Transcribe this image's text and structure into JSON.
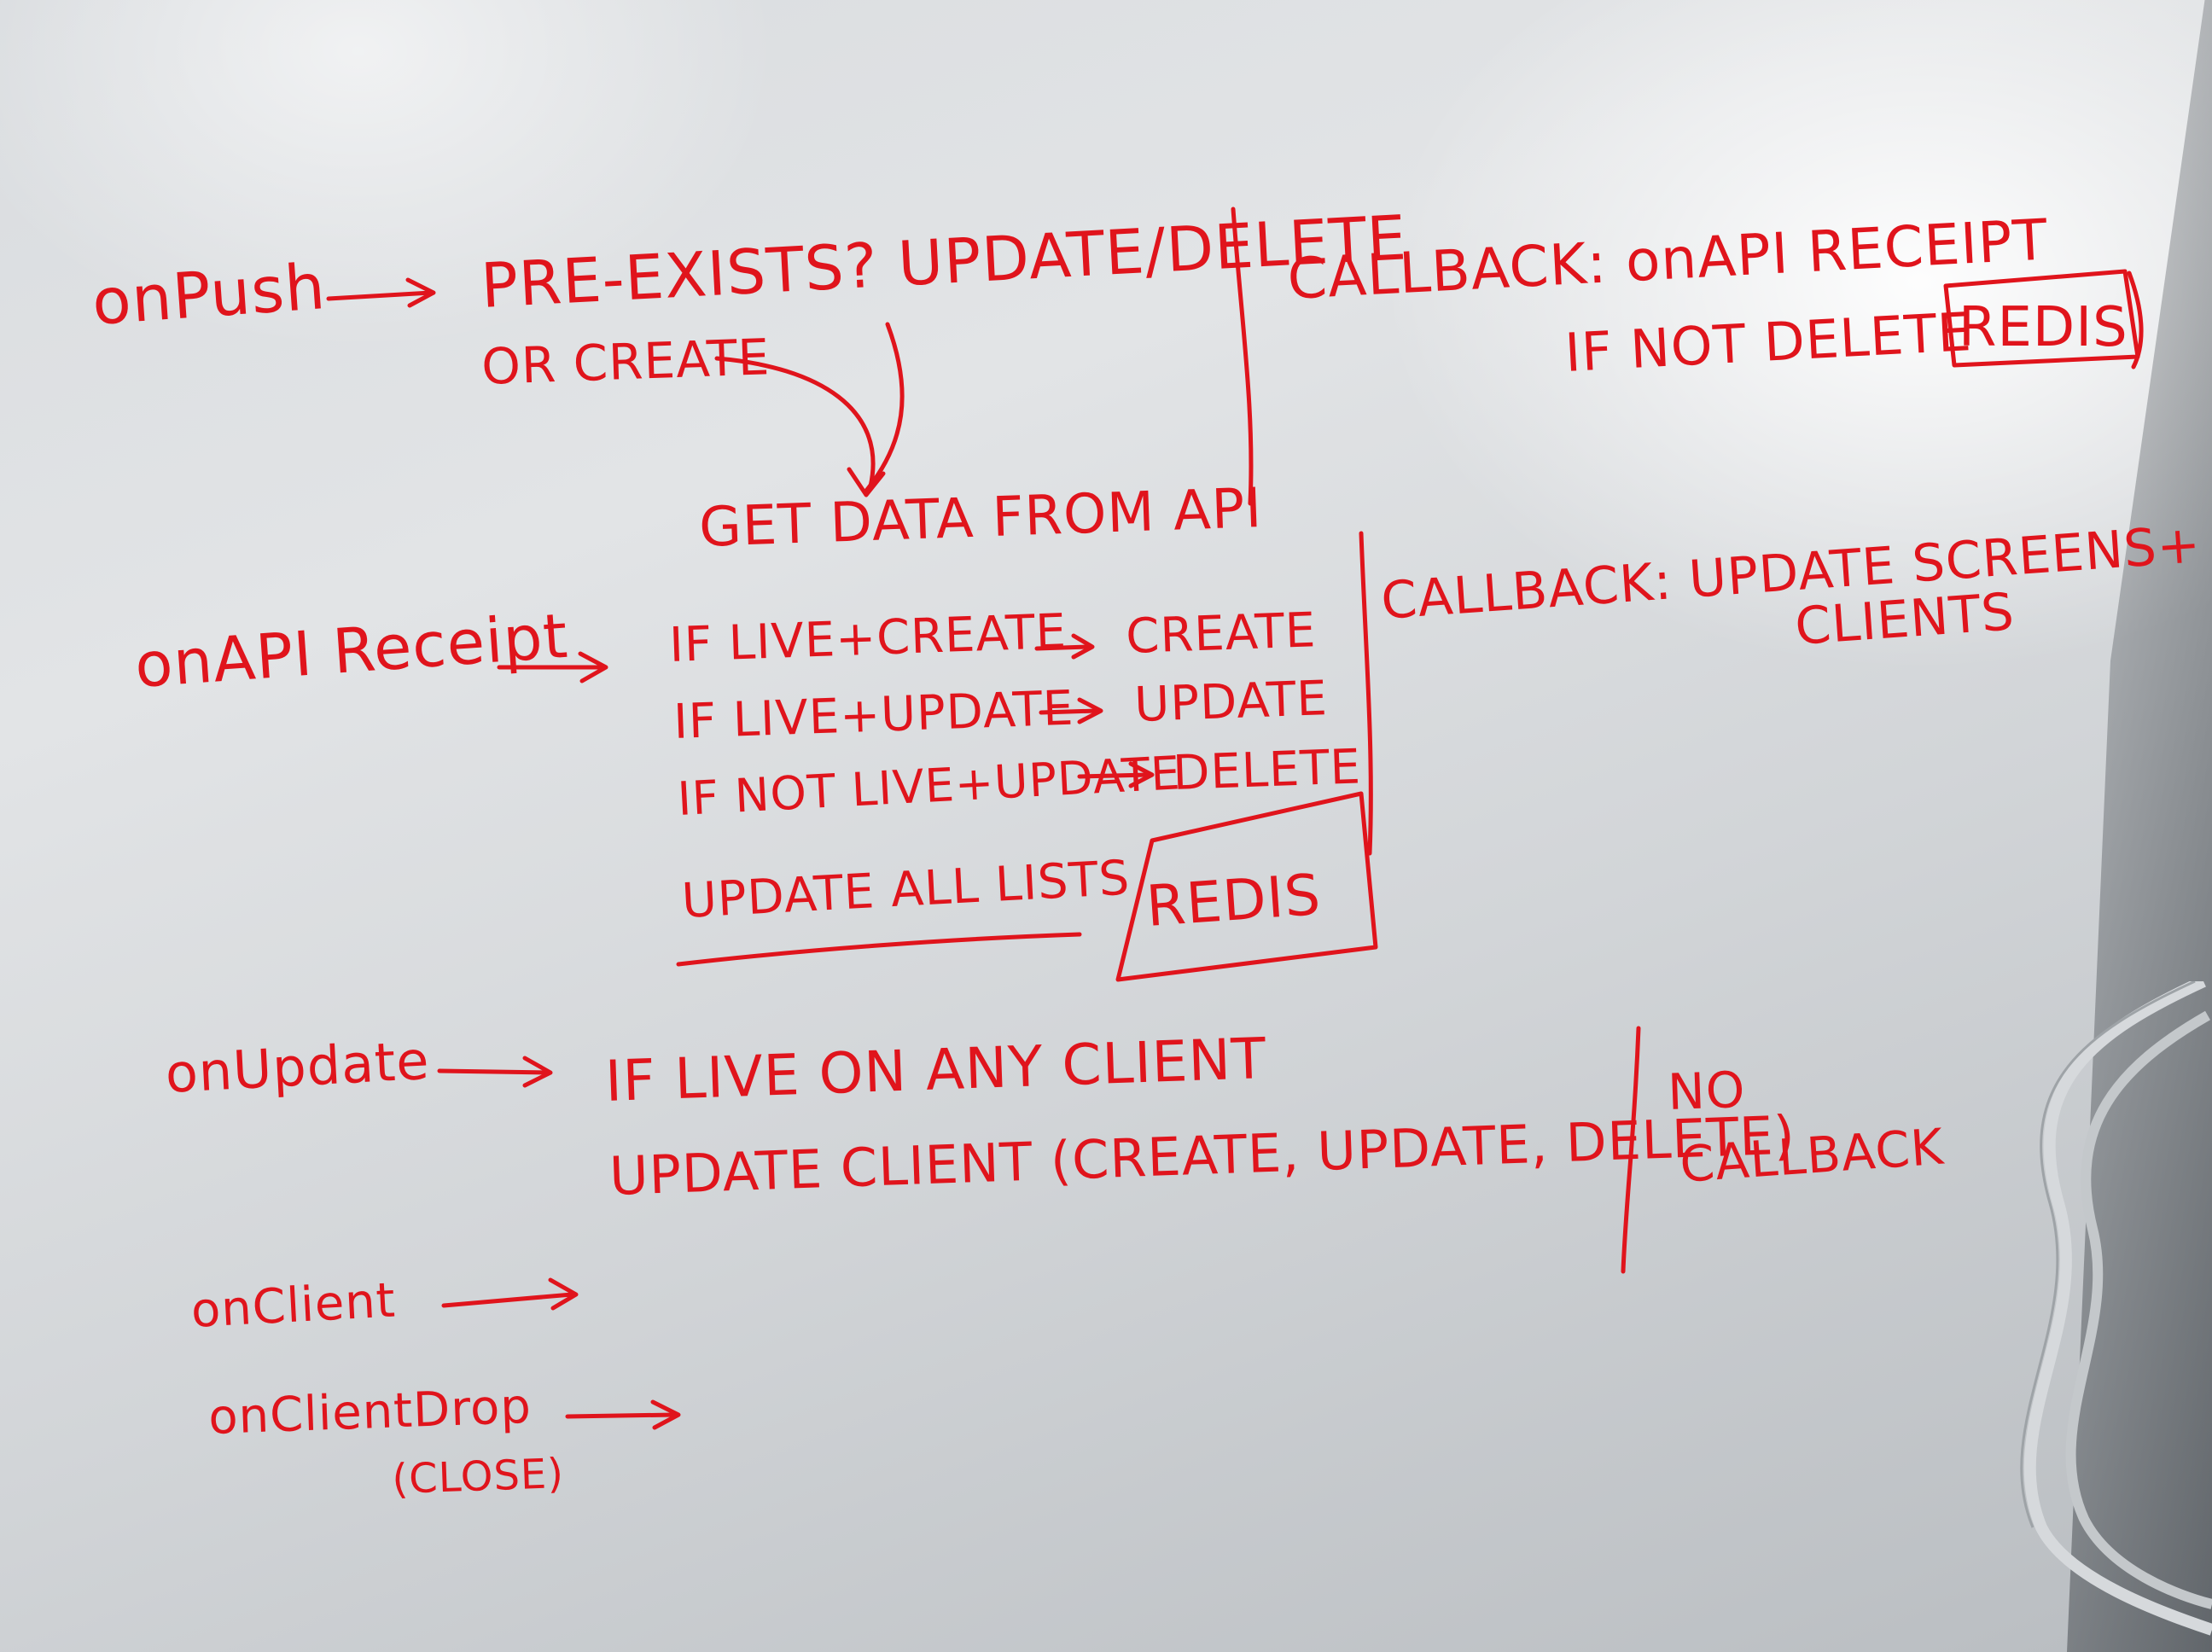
{
  "board": {
    "ink_color": "#e0141c",
    "section1": {
      "trigger": "onPush",
      "line1": "PRE-EXISTS? UPDATE/DELETE",
      "line2": "OR CREATE",
      "line3": "GET DATA FROM API",
      "callback": "CALLBACK: onAPI RECEIPT",
      "callback_line2": "IF NOT DELETE",
      "store": "REDIS"
    },
    "section2": {
      "trigger": "onAPI Receipt",
      "rules": [
        {
          "condition": "IF LIVE+CREATE",
          "action": "CREATE"
        },
        {
          "condition": "IF LIVE+UPDATE",
          "action": "UPDATE"
        },
        {
          "condition": "IF NOT LIVE+UPDATE",
          "action": "DELETE"
        }
      ],
      "line4": "UPDATE ALL LISTS",
      "store": "REDIS",
      "callback": "CALLBACK: UPDATE SCREENS+",
      "callback_line2": "CLIENTS"
    },
    "section3": {
      "trigger": "onUpdate",
      "line1": "IF LIVE ON ANY CLIENT",
      "line2": "UPDATE CLIENT (CREATE, UPDATE, DELETE)",
      "callback": "NO",
      "callback_line2": "CALLBACK"
    },
    "section4": {
      "trigger1": "onClient",
      "trigger2": "onClientDrop",
      "trigger2_note": "(CLOSE)"
    }
  }
}
